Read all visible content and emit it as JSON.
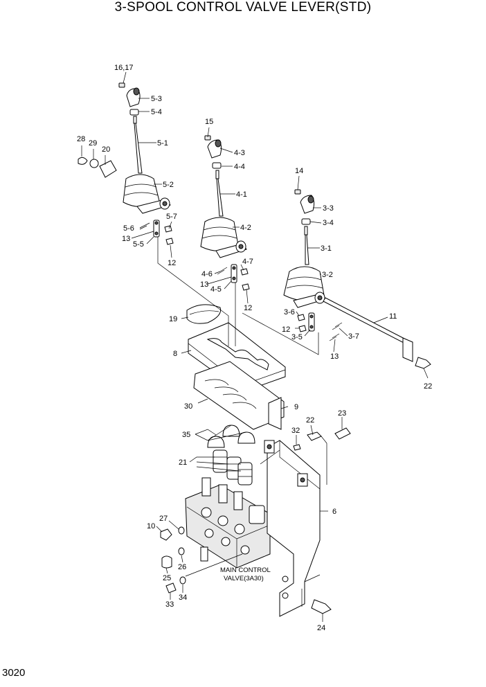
{
  "title": "3-SPOOL CONTROL VALVE LEVER(STD)",
  "page_number": "3020",
  "note_main_valve": [
    "MAIN CONTROL",
    "VALVE(3A30)"
  ],
  "labels": [
    {
      "id": "l-16-17",
      "text": "16,17"
    },
    {
      "id": "l-5-3",
      "text": "5-3"
    },
    {
      "id": "l-5-4",
      "text": "5-4"
    },
    {
      "id": "l-5-1",
      "text": "5-1"
    },
    {
      "id": "l-28",
      "text": "28"
    },
    {
      "id": "l-29",
      "text": "29"
    },
    {
      "id": "l-20",
      "text": "20"
    },
    {
      "id": "l-5-2",
      "text": "5-2"
    },
    {
      "id": "l-5-7",
      "text": "5-7"
    },
    {
      "id": "l-5-6",
      "text": "5-6"
    },
    {
      "id": "l-13a",
      "text": "13"
    },
    {
      "id": "l-5-5",
      "text": "5-5"
    },
    {
      "id": "l-12a",
      "text": "12"
    },
    {
      "id": "l-15",
      "text": "15"
    },
    {
      "id": "l-4-3",
      "text": "4-3"
    },
    {
      "id": "l-4-4",
      "text": "4-4"
    },
    {
      "id": "l-4-1",
      "text": "4-1"
    },
    {
      "id": "l-4-2",
      "text": "4-2"
    },
    {
      "id": "l-4-7",
      "text": "4-7"
    },
    {
      "id": "l-4-6",
      "text": "4-6"
    },
    {
      "id": "l-13b",
      "text": "13"
    },
    {
      "id": "l-4-5",
      "text": "4-5"
    },
    {
      "id": "l-12b",
      "text": "12"
    },
    {
      "id": "l-14",
      "text": "14"
    },
    {
      "id": "l-3-3",
      "text": "3-3"
    },
    {
      "id": "l-3-4",
      "text": "3-4"
    },
    {
      "id": "l-3-1",
      "text": "3-1"
    },
    {
      "id": "l-3-2",
      "text": "3-2"
    },
    {
      "id": "l-3-6",
      "text": "3-6"
    },
    {
      "id": "l-12c",
      "text": "12"
    },
    {
      "id": "l-3-5",
      "text": "3-5"
    },
    {
      "id": "l-3-7",
      "text": "3-7"
    },
    {
      "id": "l-13c",
      "text": "13"
    },
    {
      "id": "l-11",
      "text": "11"
    },
    {
      "id": "l-22a",
      "text": "22"
    },
    {
      "id": "l-19",
      "text": "19"
    },
    {
      "id": "l-8",
      "text": "8"
    },
    {
      "id": "l-30",
      "text": "30"
    },
    {
      "id": "l-9",
      "text": "9"
    },
    {
      "id": "l-35",
      "text": "35"
    },
    {
      "id": "l-21",
      "text": "21"
    },
    {
      "id": "l-32",
      "text": "32"
    },
    {
      "id": "l-22b",
      "text": "22"
    },
    {
      "id": "l-23",
      "text": "23"
    },
    {
      "id": "l-6",
      "text": "6"
    },
    {
      "id": "l-27",
      "text": "27"
    },
    {
      "id": "l-10",
      "text": "10"
    },
    {
      "id": "l-26",
      "text": "26"
    },
    {
      "id": "l-25",
      "text": "25"
    },
    {
      "id": "l-34",
      "text": "34"
    },
    {
      "id": "l-33",
      "text": "33"
    },
    {
      "id": "l-24",
      "text": "24"
    }
  ]
}
